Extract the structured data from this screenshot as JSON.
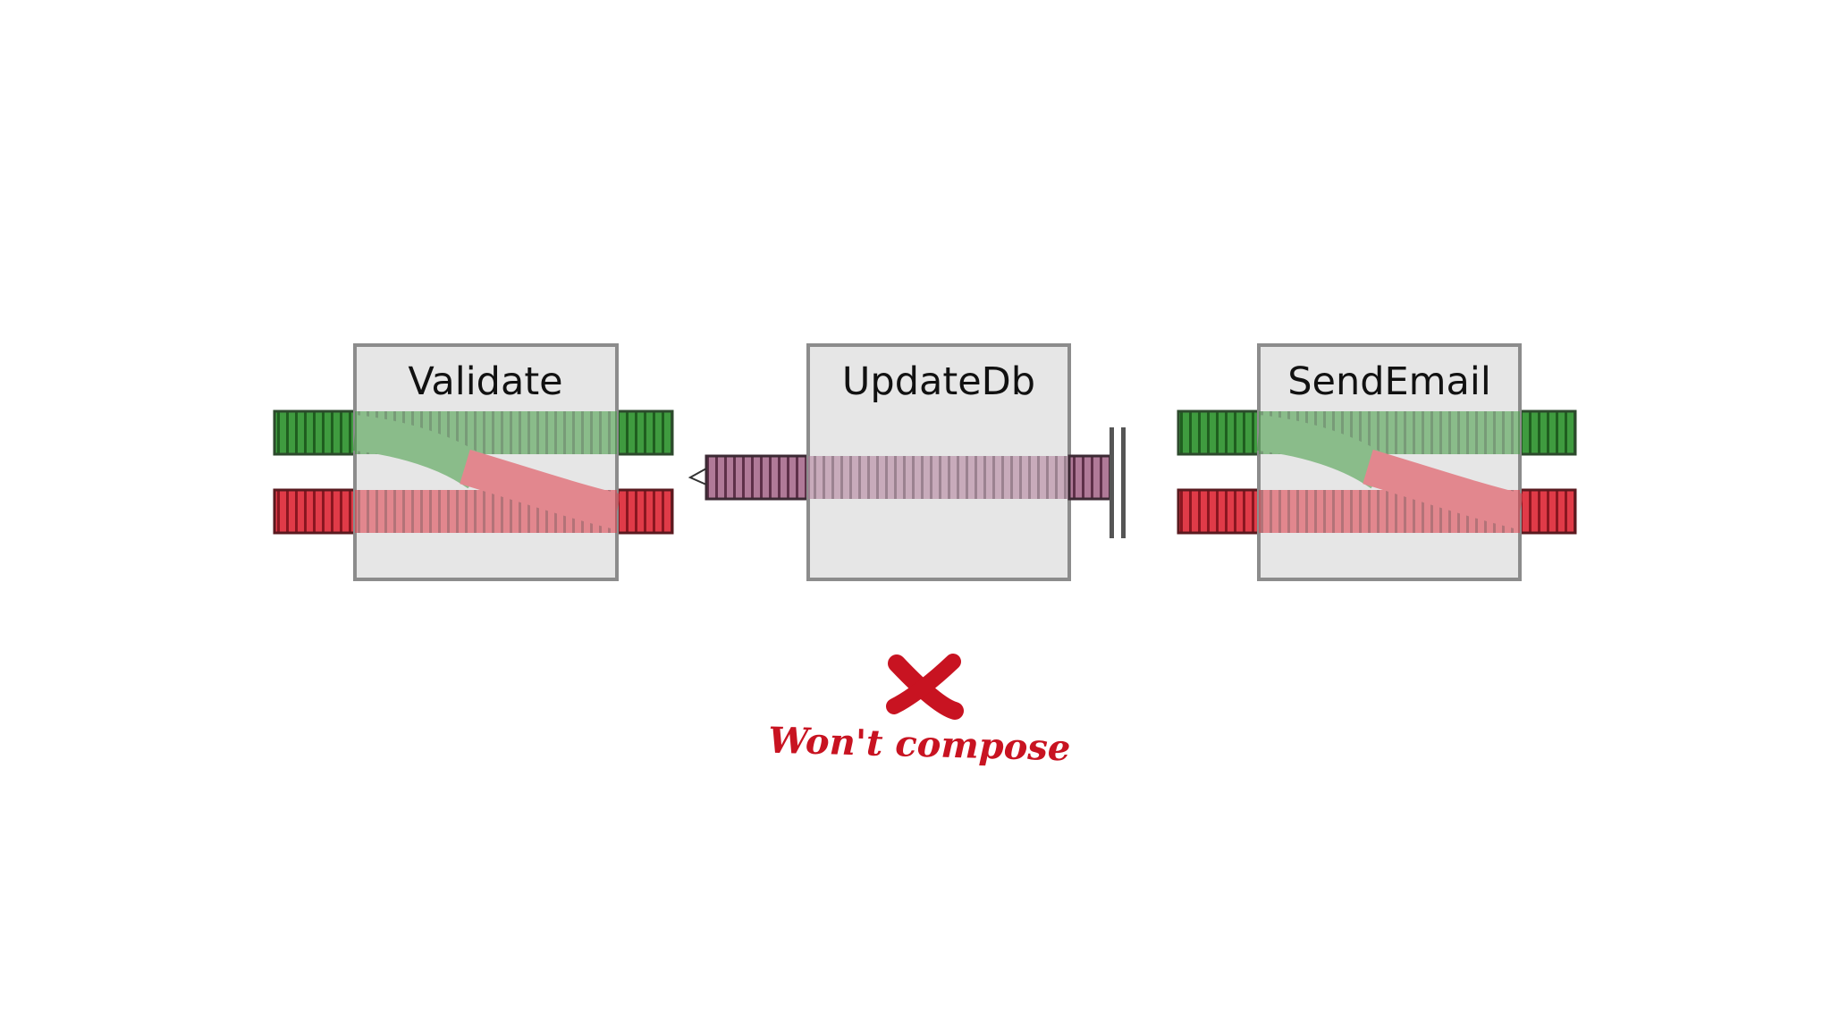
{
  "diagram": {
    "boxes": [
      {
        "id": "validate",
        "title": "Validate",
        "kind": "two-track"
      },
      {
        "id": "updatedb",
        "title": "UpdateDb",
        "kind": "one-track-dead-end"
      },
      {
        "id": "sendemail",
        "title": "SendEmail",
        "kind": "two-track"
      }
    ],
    "verdict": {
      "icon": "cross-mark-icon",
      "text": "Won't compose",
      "color": "#c81321"
    },
    "colors": {
      "success_track": "#3f9b3f",
      "failure_track": "#e03b48",
      "single_track": "#b07a98",
      "box_fill": "#e6e6e6",
      "box_border": "#8c8c8c"
    }
  }
}
